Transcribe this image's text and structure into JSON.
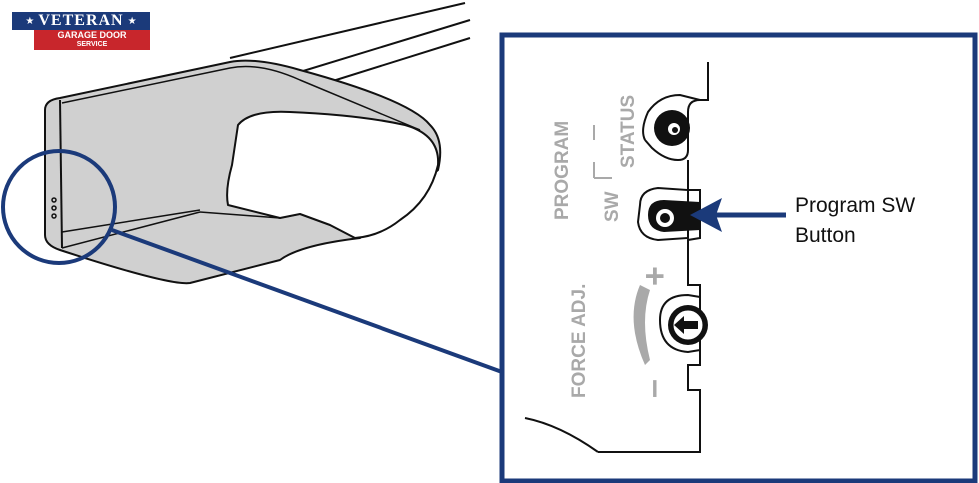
{
  "logo": {
    "brand": "VETERAN",
    "line1": "GARAGE DOOR",
    "line2": "SERVICE"
  },
  "labels": {
    "program": "PROGRAM",
    "status": "STATUS",
    "sw": "SW",
    "force_adj": "FORCE ADJ.",
    "plus": "+",
    "minus": "–"
  },
  "callout": {
    "line1": "Program SW",
    "line2": "Button"
  },
  "colors": {
    "navy": "#1b3a7a",
    "red": "#c8262c",
    "panel_gray": "#d0d0d0",
    "label_gray": "#a9a9a9"
  }
}
